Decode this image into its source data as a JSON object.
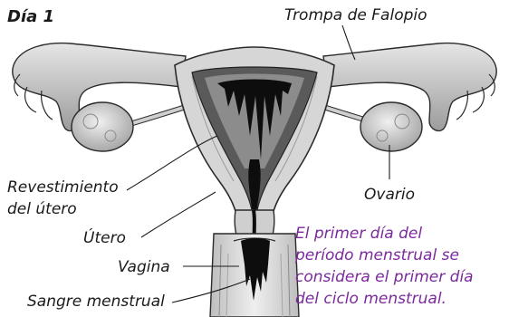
{
  "title": "Día 1",
  "labels": {
    "trompa": "Trompa de Falopio",
    "revestimiento_1": "Revestimiento",
    "revestimiento_2": "del útero",
    "utero": "Útero",
    "vagina": "Vagina",
    "sangre": "Sangre menstrual",
    "ovario": "Ovario"
  },
  "note": {
    "lines": [
      "El primer día del",
      "período menstrual se",
      "considera el primer día",
      "del ciclo menstrual."
    ]
  },
  "colors": {
    "note": "#7b2a9e",
    "tissue": "#d2d2d2",
    "tissue_dark": "#9a9a9a",
    "lining": "#5a5a5a",
    "blood": "#0d0d0d"
  }
}
